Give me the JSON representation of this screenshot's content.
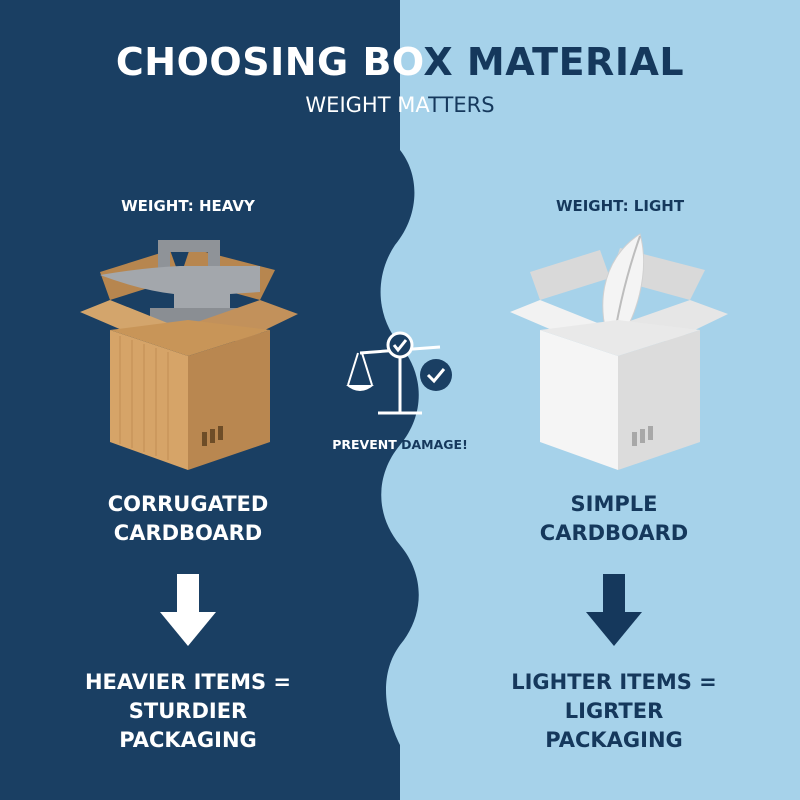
{
  "title": {
    "left_part": "CHOOSING BO",
    "right_part": "X MATERIAL"
  },
  "subtitle": {
    "left_part": "WEIGHT MA",
    "right_part": "TTERS"
  },
  "left": {
    "weight_label": "WEIGHT: HEAVY",
    "material_line1": "CORRUGATED",
    "material_line2": "CARDBOARD",
    "conclusion_line1": "HEAVIER ITEMS =",
    "conclusion_line2": "STURDIER",
    "conclusion_line3": "PACKAGING",
    "item_icon": "anvil-icon",
    "box_icon": "cardboard-box-icon"
  },
  "right": {
    "weight_label": "WEIGHT: LIGHT",
    "material_line1": "SIMPLE",
    "material_line2": "CARDBOARD",
    "conclusion_line1": "LIGHTER ITEMS =",
    "conclusion_line2": "LIGRTER",
    "conclusion_line3": "PACKAGING",
    "item_icon": "feather-icon",
    "box_icon": "white-box-icon"
  },
  "center": {
    "label_left_part": "PREVENT ",
    "label_right_part": "DAMAGE!",
    "icon": "balance-scale-icon"
  },
  "colors": {
    "dark_navy": "#1a3f63",
    "light_blue": "#a6d2ea",
    "cardboard": "#c99a62",
    "white_box": "#eeeeee"
  }
}
